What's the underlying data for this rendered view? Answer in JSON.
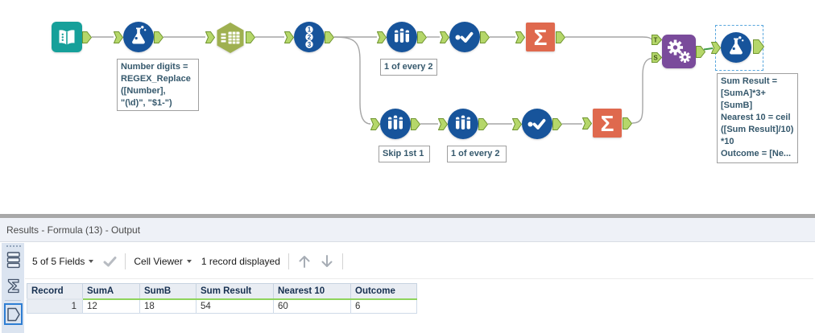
{
  "workflow": {
    "annotations": {
      "formula_top": "Number digits =\nREGEX_Replace\n([Number],\n\"(\\d)\", \"$1-\")",
      "sample_top": "1 of every 2",
      "sample_skip": "Skip 1st 1",
      "sample_bottom": "1 of every 2",
      "formula_right": "Sum Result =\n[SumA]*3+\n[SumB]\nNearest 10 = ceil\n([Sum Result]/10)\n*10\nOutcome = [Ne..."
    },
    "glyphs": {
      "record_digits": [
        "1",
        "2",
        "3"
      ],
      "sigma": "Σ",
      "append_target": "T",
      "append_source": "S"
    }
  },
  "results": {
    "title": "Results - Formula (13) - Output",
    "toolbar": {
      "fields": "5 of 5 Fields",
      "cell_viewer": "Cell Viewer",
      "records": "1 record displayed"
    },
    "table": {
      "columns": [
        "Record",
        "SumA",
        "SumB",
        "Sum Result",
        "Nearest 10",
        "Outcome"
      ],
      "rows": [
        [
          "1",
          "12",
          "18",
          "54",
          "60",
          "6"
        ]
      ]
    }
  },
  "colors": {
    "tool_blue": "#17549b",
    "input_teal": "#16a09a",
    "hex_olive": "#9fb050",
    "summarize_salmon": "#df694e",
    "append_purple": "#7a4b9b",
    "anchor_green": "#b5d76a",
    "selected_wire_green": "#3f9b47",
    "header_underline_green": "#8fd45c"
  }
}
